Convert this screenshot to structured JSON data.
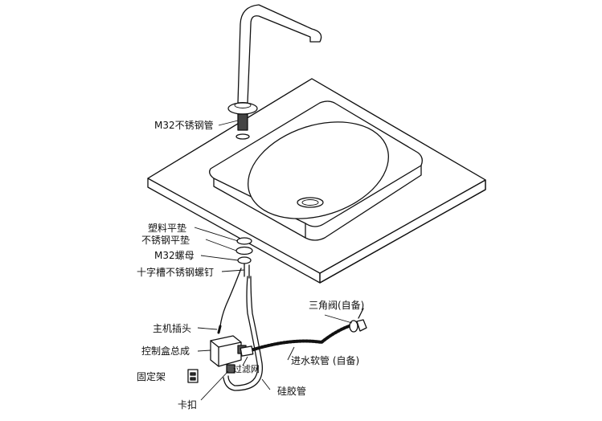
{
  "labels": {
    "m32_pipe": "M32不锈钢管",
    "plastic_washer": "塑料平垫",
    "steel_washer": "不锈钢平垫",
    "m32_nut": "M32螺母",
    "cross_screw": "十字槽不锈钢螺钉",
    "main_plug": "主机插头",
    "control_box": "控制盒总成",
    "bracket": "固定架",
    "clip": "卡扣",
    "filter": "过滤网",
    "silicone_tube": "硅胶管",
    "angle_valve": "三角阀(自备)",
    "inlet_hose": "进水软管 (自备)"
  }
}
